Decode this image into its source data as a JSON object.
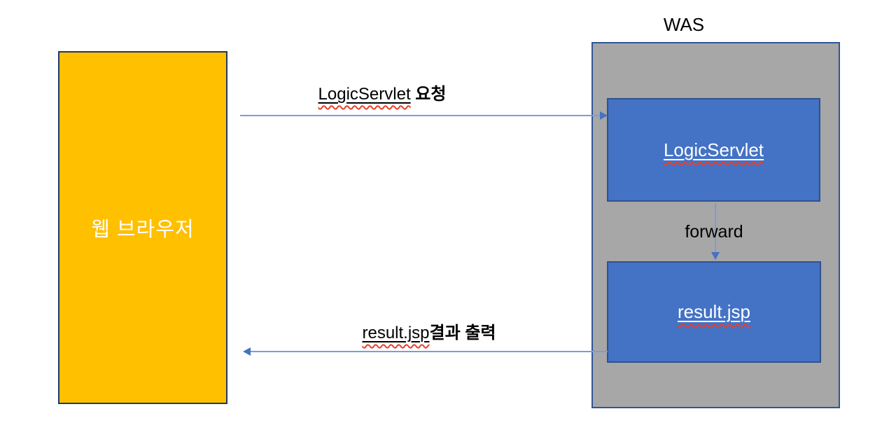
{
  "colors": {
    "canvas_bg": "#ffffff",
    "browser_fill": "#FFC000",
    "browser_border": "#1F3864",
    "was_fill": "#A7A7A7",
    "was_border": "#2F5597",
    "node_fill": "#4472C4",
    "node_border": "#2F528F",
    "node_text": "#FFFFFF",
    "label_text": "#000000",
    "arrow_line": "#7C9CD6",
    "arrow_head": "#4472C4",
    "squiggle": "#E8402C"
  },
  "nodes": {
    "browser": {
      "label": "웹 브라우저"
    },
    "was": {
      "label": "WAS"
    },
    "servlet": {
      "label": "LogicServlet"
    },
    "jsp": {
      "label": "result.jsp"
    }
  },
  "arrows": {
    "request": {
      "underlined_text": "LogicServlet",
      "rest_text": " 요청"
    },
    "forward": {
      "label": "forward"
    },
    "response": {
      "underlined_text": "result.jsp",
      "rest_text": "결과 출력"
    }
  }
}
